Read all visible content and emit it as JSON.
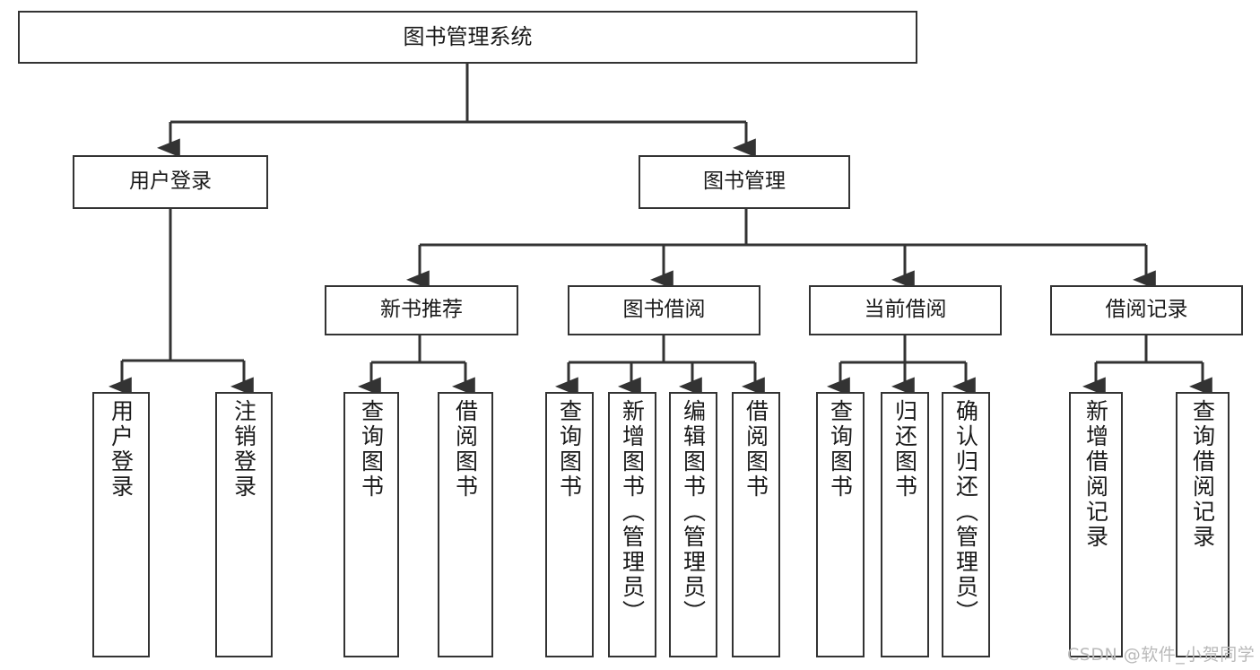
{
  "diagram": {
    "title": "图书管理系统",
    "type": "tree-hierarchy-diagram",
    "background_color": "#ffffff",
    "line_color": "#333333",
    "box_border_color": "#333333",
    "box_fill_color": "#ffffff",
    "text_color": "#1a1a1a"
  },
  "nodes": {
    "root": {
      "label": "图书管理系统"
    },
    "level2": [
      {
        "label": "用户登录"
      },
      {
        "label": "图书管理"
      }
    ],
    "level3": [
      {
        "label": "新书推荐"
      },
      {
        "label": "图书借阅"
      },
      {
        "label": "当前借阅"
      },
      {
        "label": "借阅记录"
      }
    ],
    "leaves_user_login": [
      {
        "label": "用户登录"
      },
      {
        "label": "注销登录"
      }
    ],
    "leaves_new_book": [
      {
        "label": "查询图书"
      },
      {
        "label": "借阅图书"
      }
    ],
    "leaves_borrow": [
      {
        "label": "查询图书"
      },
      {
        "label": "新增图书（管理员）"
      },
      {
        "label": "编辑图书（管理员）"
      },
      {
        "label": "借阅图书"
      }
    ],
    "leaves_current": [
      {
        "label": "查询图书"
      },
      {
        "label": "归还图书"
      },
      {
        "label": "确认归还（管理员）"
      }
    ],
    "leaves_record": [
      {
        "label": "新增借阅记录"
      },
      {
        "label": "查询借阅记录"
      }
    ]
  },
  "watermark": {
    "text": "CSDN @软件_小贺同学"
  }
}
